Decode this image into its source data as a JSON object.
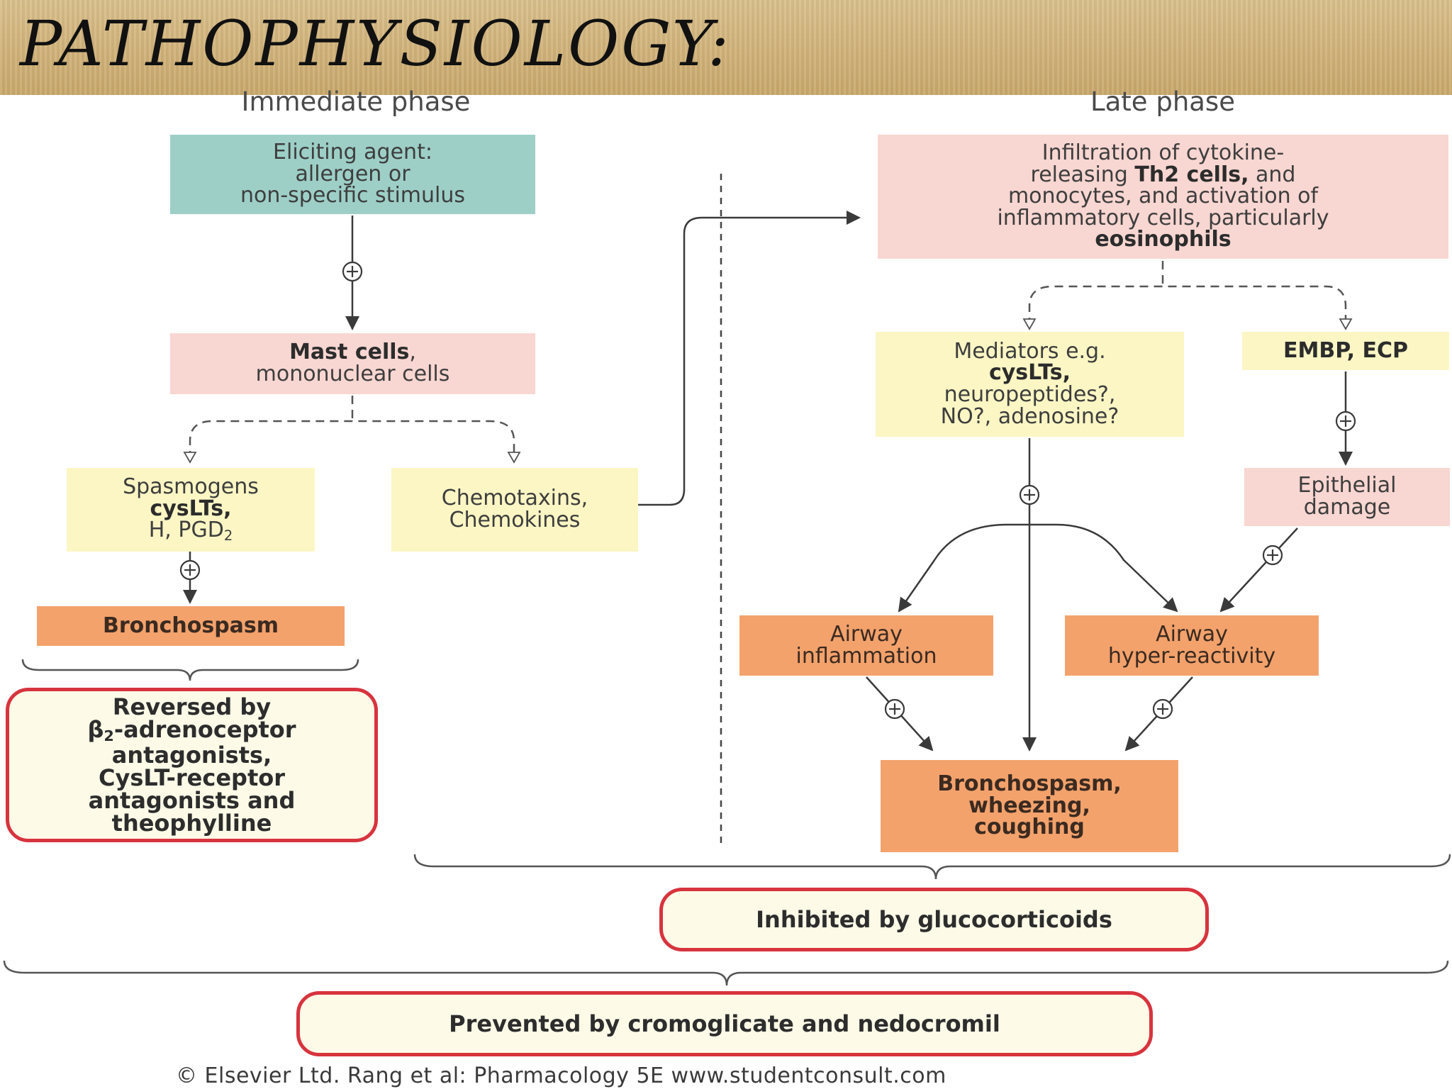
{
  "title": "PATHOPHYSIOLOGY:",
  "phases": {
    "immediate": "Immediate phase",
    "late": "Late phase"
  },
  "immediate": {
    "eliciting_agent": [
      "Eliciting agent:",
      "allergen or",
      "non-specific stimulus"
    ],
    "mast_cells": {
      "bold": "Mast cells",
      "rest_1": ",",
      "line2": "mononuclear cells"
    },
    "spasmogens": {
      "line1": "Spasmogens",
      "line2": "cysLTs,",
      "line3_a": "H, PGD",
      "line3_sub": "2"
    },
    "chemotaxins": [
      "Chemotaxins,",
      "Chemokines"
    ],
    "bronchospasm": "Bronchospasm",
    "reversed_note": {
      "line1": "Reversed by",
      "line2_symbol": "β",
      "line2_sub": "2",
      "line2_rest": "-adrenoceptor",
      "line3": "antagonists,",
      "line4": "CysLT-receptor",
      "line5": "antagonists and",
      "line6": "theophylline"
    }
  },
  "late": {
    "infiltration": {
      "line1": "Infiltration of cytokine-",
      "line2_a": "releasing ",
      "line2_bold": "Th2 cells,",
      "line2_b": " and",
      "line3": "monocytes, and activation of",
      "line4": "inflammatory cells, particularly",
      "line5": "eosinophils"
    },
    "mediators": {
      "line1": "Mediators e.g.",
      "line2": "cysLTs,",
      "line3": "neuropeptides?,",
      "line4": "NO?, adenosine?"
    },
    "embp": "EMBP, ECP",
    "epithelial": [
      "Epithelial",
      "damage"
    ],
    "airway_inflammation": [
      "Airway",
      "inflammation"
    ],
    "airway_hyper": [
      "Airway",
      "hyper-reactivity"
    ],
    "outcome": [
      "Bronchospasm,",
      "wheezing,",
      "coughing"
    ]
  },
  "notes": {
    "glucocorticoids": "Inhibited by glucocorticoids",
    "cromoglicate": "Prevented by cromoglicate and nedocromil"
  },
  "footer": "© Elsevier Ltd. Rang et al: Pharmacology 5E www.studentconsult.com",
  "colors": {
    "teal": "#9dcfc7",
    "pink": "#f8d6d1",
    "yellow": "#fbf6c4",
    "orange": "#f3a26c",
    "note_border": "#d7343e",
    "banner": "#d2b47c"
  },
  "icons": [
    "plus-circle-icon",
    "arrow-head-icon",
    "curly-brace-icon"
  ]
}
